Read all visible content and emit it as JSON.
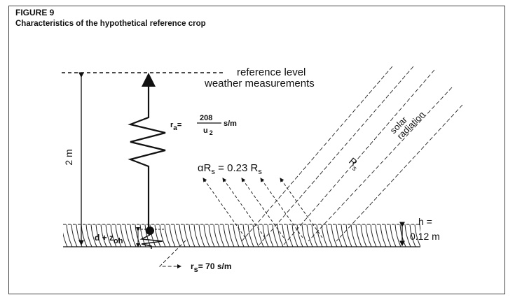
{
  "figure": {
    "number": "FIGURE 9",
    "caption": "Characteristics of the hypothetical reference crop"
  },
  "labels": {
    "reference_level": "reference level",
    "weather_measurements": "weather measurements",
    "height": "2 m",
    "ra_lhs": "r",
    "ra_sub": "a",
    "ra_eq": "=",
    "ra_num": "208",
    "ra_den": "u",
    "ra_den_sub": "2",
    "ra_unit": "s/m",
    "albedo_lhs": "αR",
    "albedo_sub": "s",
    "albedo_eq": " = 0.23 R",
    "albedo_sub2": "s",
    "rs_rad": "R",
    "rs_rad_sub": "s",
    "solar": "solar",
    "radiation": "radiation",
    "h_label": "h =",
    "h_value": "0.12 m",
    "dz_label": "d + z",
    "dz_sub": "oh",
    "rs_lhs": "r",
    "rs_sub": "s",
    "rs_value": "=  70  s/m"
  }
}
